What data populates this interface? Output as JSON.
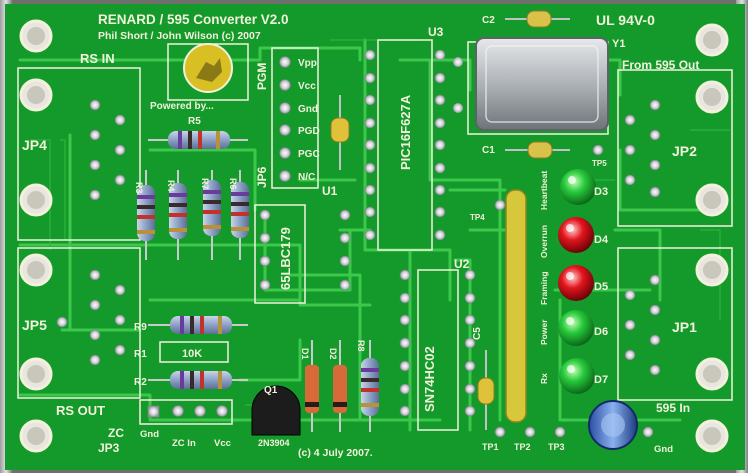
{
  "board": {
    "title": "RENARD / 595 Converter   V2.0",
    "authors": "Phil Short / John Wilson (c) 2007",
    "powered": "Powered by...",
    "rating": "UL 94V-0",
    "date": "(c) 4 July 2007."
  },
  "connectors": {
    "rs_in": "RS IN",
    "rs_out": "RS OUT",
    "from_595": "From 595 Out",
    "to_595": "595 In",
    "jp1": "JP1",
    "jp2": "JP2",
    "jp3": "JP3",
    "jp4": "JP4",
    "jp5": "JP5",
    "jp6": "JP6",
    "zc": "ZC",
    "zc_gnd": "Gnd",
    "zc_in": "ZC In",
    "zc_vcc": "Vcc",
    "tp_gnd": "Gnd"
  },
  "pgm": {
    "label": "PGM",
    "pins": [
      "Vpp",
      "Vcc",
      "Gnd",
      "PGD",
      "PGC",
      "N/C"
    ]
  },
  "chips": {
    "u1_ref": "U1",
    "u1_part": "65LBC179",
    "u2_ref": "U2",
    "u2_part": "SN74HC02",
    "u3_ref": "U3",
    "u3_part": "PIC16F627A"
  },
  "crystal": {
    "ref": "Y1"
  },
  "leds": [
    {
      "ref": "D3",
      "label": "Heartbeat",
      "color": "#22c23a"
    },
    {
      "ref": "D4",
      "label": "Overrun",
      "color": "#e0141c"
    },
    {
      "ref": "D5",
      "label": "Framing",
      "color": "#e0141c"
    },
    {
      "ref": "D6",
      "label": "Power",
      "color": "#22c23a"
    },
    {
      "ref": "D7",
      "label": "Rx",
      "color": "#22c23a"
    }
  ],
  "parts": {
    "r1": "R1",
    "r1_value": "10K",
    "r2": "R2",
    "r3": "R3",
    "r4": "R4",
    "r5": "R5",
    "r6": "R6",
    "r7": "R7",
    "r8": "R8",
    "r9": "R9",
    "c1": "C1",
    "c2": "C2",
    "c5": "C5",
    "d1": "D1",
    "d2": "D2",
    "q1": "Q1",
    "q1_part": "2N3904",
    "tp1": "TP1",
    "tp2": "TP2",
    "tp3": "TP3",
    "tp4": "TP4",
    "tp5": "TP5"
  },
  "colors": {
    "pcb": "#139a2a",
    "trace": "#3cc84a",
    "silkscreen": "#f2f2dc",
    "pad": "#cfd3d6"
  }
}
